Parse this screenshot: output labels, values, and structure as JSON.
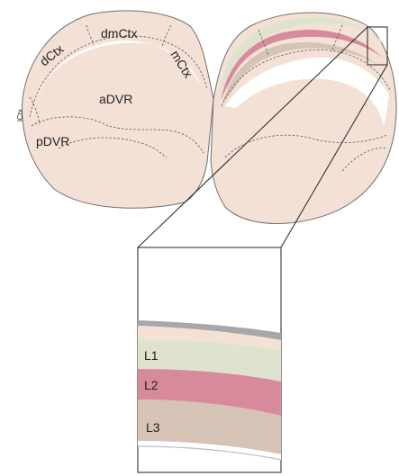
{
  "diagram": {
    "left_hemisphere_labels": {
      "dmctx": "dmCtx",
      "dctx": "dCtx",
      "mctx": "mCtx",
      "lctx": "lCtx",
      "advr": "aDVR",
      "pdvr": "pDVR"
    },
    "inset_layers": {
      "l1": "L1",
      "l2": "L2",
      "l3": "L3"
    }
  },
  "colors": {
    "tissue": "#f4e1d6",
    "layer_l1": "#dde3cd",
    "layer_l2": "#d88a9d",
    "layer_l3": "#d5c3b6",
    "surface": "#a7a7a7",
    "ventricle": "#ffffff"
  }
}
